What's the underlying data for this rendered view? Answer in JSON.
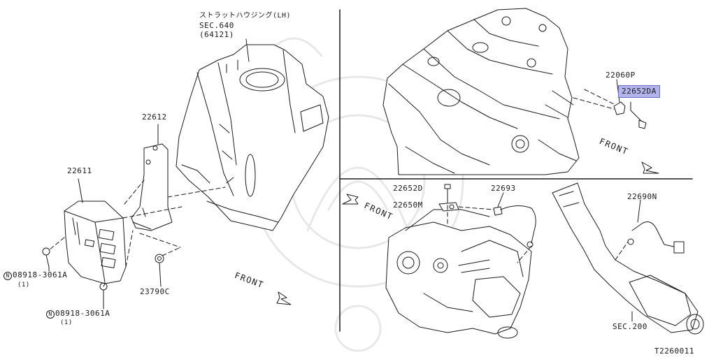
{
  "diagram_code": "T2260011",
  "left_panel": {
    "strut_housing_label": "ストラットハウジング(LH)",
    "strut_housing_sec": "SEC.640",
    "strut_housing_code": "(64121)",
    "bracket_part": "22612",
    "ecm_part": "22611",
    "nut_part": "23790C",
    "bolt_prefix": "N",
    "bolt_upper": "08918-3061A",
    "bolt_upper_qty": "(1)",
    "bolt_lower": "08918-3061A",
    "bolt_lower_qty": "(1)",
    "front_label": "FRONT"
  },
  "top_right_panel": {
    "sensor_part": "22060P",
    "highlighted_part": "22652DA",
    "front_label": "FRONT"
  },
  "bottom_right_panel": {
    "bolt_part": "22652D",
    "bracket_part": "22650M",
    "o2_sensor_front": "22693",
    "o2_sensor_rear": "22690N",
    "exhaust_sec": "SEC.200",
    "front_label": "FRONT"
  }
}
